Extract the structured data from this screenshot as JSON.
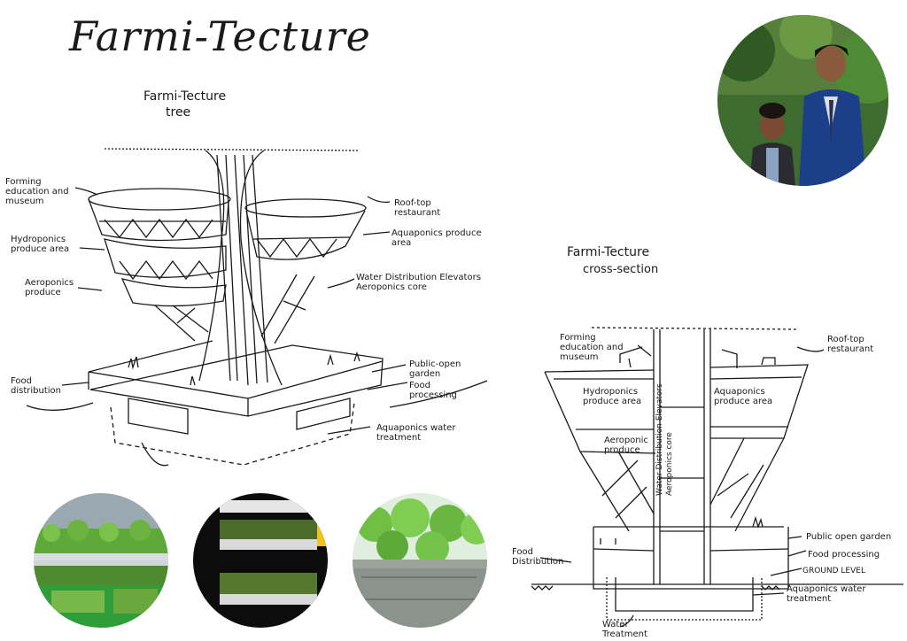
{
  "title": "Farmi-Tecture",
  "tree": {
    "heading_line1": "Farmi-Tecture",
    "heading_line2": "tree",
    "labels": {
      "education": "Forming education and museum",
      "hydroponics": "Hydroponics produce area",
      "aeroponics": "Aeroponics produce",
      "food_distribution": "Food distribution",
      "rooftop": "Roof-top restaurant",
      "aquaponics_area": "Aquaponics produce area",
      "water_core": "Water Distribution Elevators Aeroponics core",
      "public_garden": "Public-open garden",
      "food_processing": "Food processing",
      "aquaponics_water": "Aquaponics water treatment"
    }
  },
  "section": {
    "heading_line1": "Farmi-Tecture",
    "heading_line2": "cross-section",
    "labels": {
      "education": "Forming education and museum",
      "rooftop": "Roof-top restaurant",
      "hydroponics": "Hydroponics produce area",
      "aquaponics": "Aquaponics produce area",
      "aeroponic": "Aeroponic produce",
      "core": "Water Distribution Elevators Aeroponics core",
      "public_garden": "Public open garden",
      "food_processing": "Food processing",
      "ground_level": "GROUND LEVEL",
      "aquaponics_water": "Aquaponics water treatment",
      "food_distribution": "Food Distribution",
      "water_treatment": "Water Treatment"
    }
  },
  "colors": {
    "ink": "#1a1a1a",
    "leaf": "#5fa83a",
    "blazer": "#1c3f8a",
    "tray_green": "#2f9e3a"
  }
}
